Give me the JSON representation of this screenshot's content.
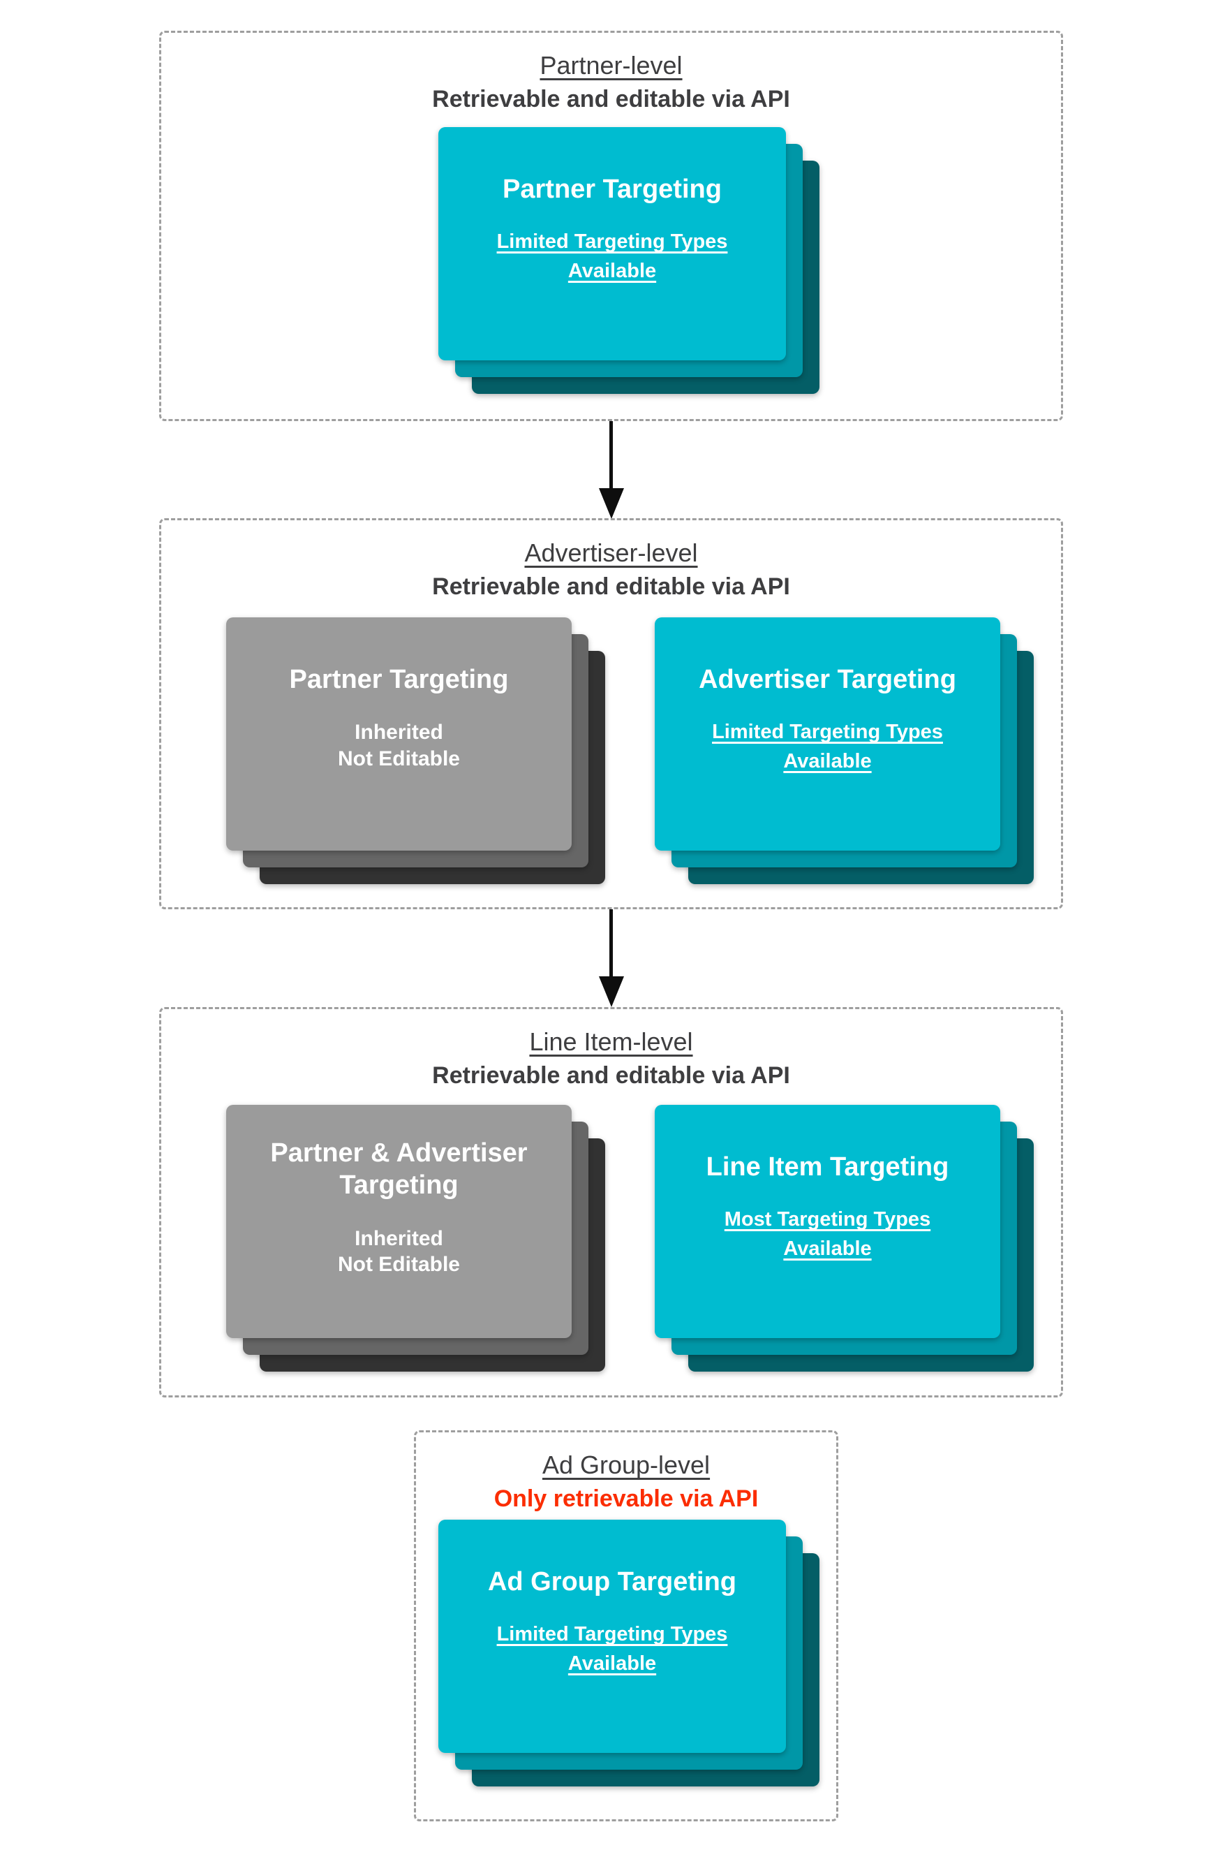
{
  "colors": {
    "teal": "#00BCD0",
    "teal-mid": "#0097A7",
    "teal-dark": "#045E66",
    "gray": "#9B9B9B",
    "gray-mid": "#666666",
    "gray-dark": "#323232",
    "heading": "#3E3E40",
    "red": "#FB2D01",
    "border": "#9E9E9E"
  },
  "sections": [
    {
      "title": "Partner-level",
      "subtitle": "Retrievable and editable via API",
      "cards": [
        {
          "title": "Partner Targeting",
          "subtitle": "Limited Targeting Types Available"
        }
      ]
    },
    {
      "title": "Advertiser-level",
      "subtitle": "Retrievable and editable via API",
      "cards": [
        {
          "title": "Partner Targeting",
          "lines": [
            "Inherited",
            "Not Editable"
          ]
        },
        {
          "title": "Advertiser Targeting",
          "subtitle": "Limited Targeting Types Available"
        }
      ]
    },
    {
      "title": "Line Item-level",
      "subtitle": "Retrievable and editable via API",
      "cards": [
        {
          "title": "Partner & Advertiser Targeting",
          "lines": [
            "Inherited",
            "Not Editable"
          ]
        },
        {
          "title": "Line Item Targeting",
          "subtitle": "Most Targeting Types Available"
        }
      ]
    },
    {
      "title": "Ad Group-level",
      "subtitle": "Only retrievable via API",
      "cards": [
        {
          "title": "Ad Group Targeting",
          "subtitle": "Limited Targeting Types Available"
        }
      ]
    }
  ]
}
